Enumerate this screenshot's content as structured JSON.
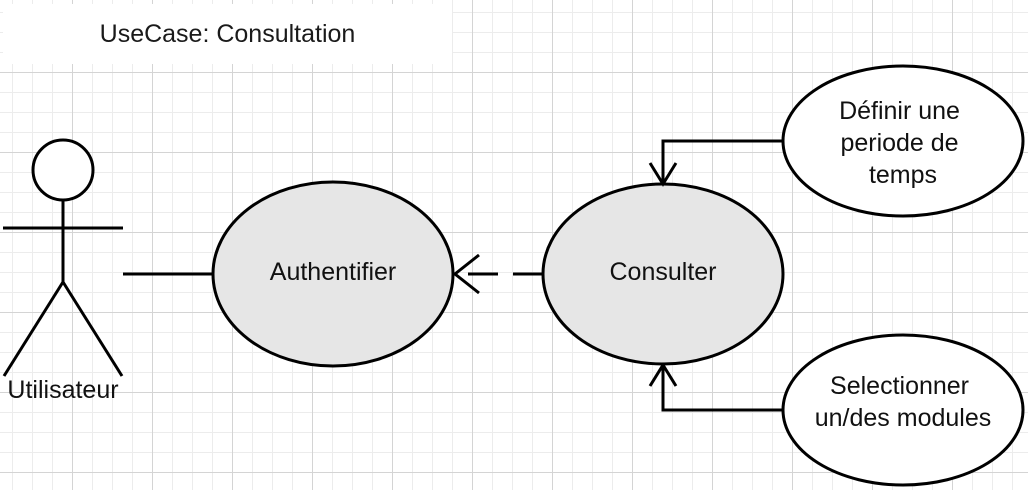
{
  "title": "UseCase: Consultation",
  "actor": {
    "label": "Utilisateur"
  },
  "use_cases": {
    "authentifier": "Authentifier",
    "consulter": "Consulter",
    "definir": [
      "Définir une",
      "periode de",
      "temps"
    ],
    "selectionner": [
      "Selectionner",
      "un/des modules"
    ]
  },
  "colors": {
    "use_case_fill": "#e6e6e6",
    "extension_fill": "#ffffff",
    "stroke": "#000000"
  }
}
